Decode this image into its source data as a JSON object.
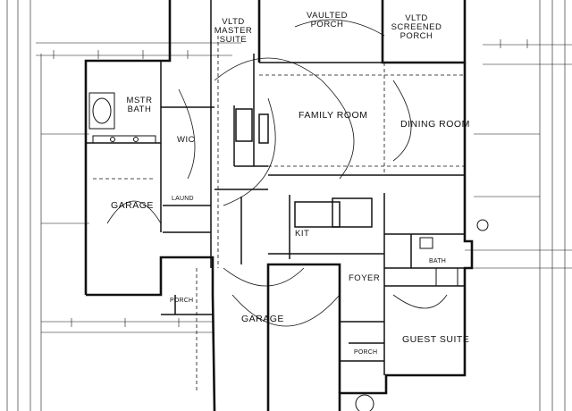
{
  "rooms": {
    "vltd_master_line1": "VLTD",
    "vltd_master_line2": "MASTER",
    "vltd_master_line3": "SUITE",
    "vaulted_porch_line1": "VAULTED",
    "vaulted_porch_line2": "PORCH",
    "vltd_screened_line1": "VLTD",
    "vltd_screened_line2": "SCREENED",
    "vltd_screened_line3": "PORCH",
    "mstr_bath_line1": "MSTR",
    "mstr_bath_line2": "BATH",
    "family_room": "FAMILY ROOM",
    "dining_room": "DINING ROOM",
    "wic": "WIC",
    "garage_left": "GARAGE",
    "laund": "LAUND",
    "kit": "KIT",
    "foyer": "FOYER",
    "bath": "BATH",
    "garage_bottom": "GARAGE",
    "porch_left": "PORCH",
    "guest_suite": "GUEST SUITE",
    "porch_bottom": "PORCH"
  },
  "colors": {
    "line": "#111111",
    "background": "#ffffff"
  }
}
